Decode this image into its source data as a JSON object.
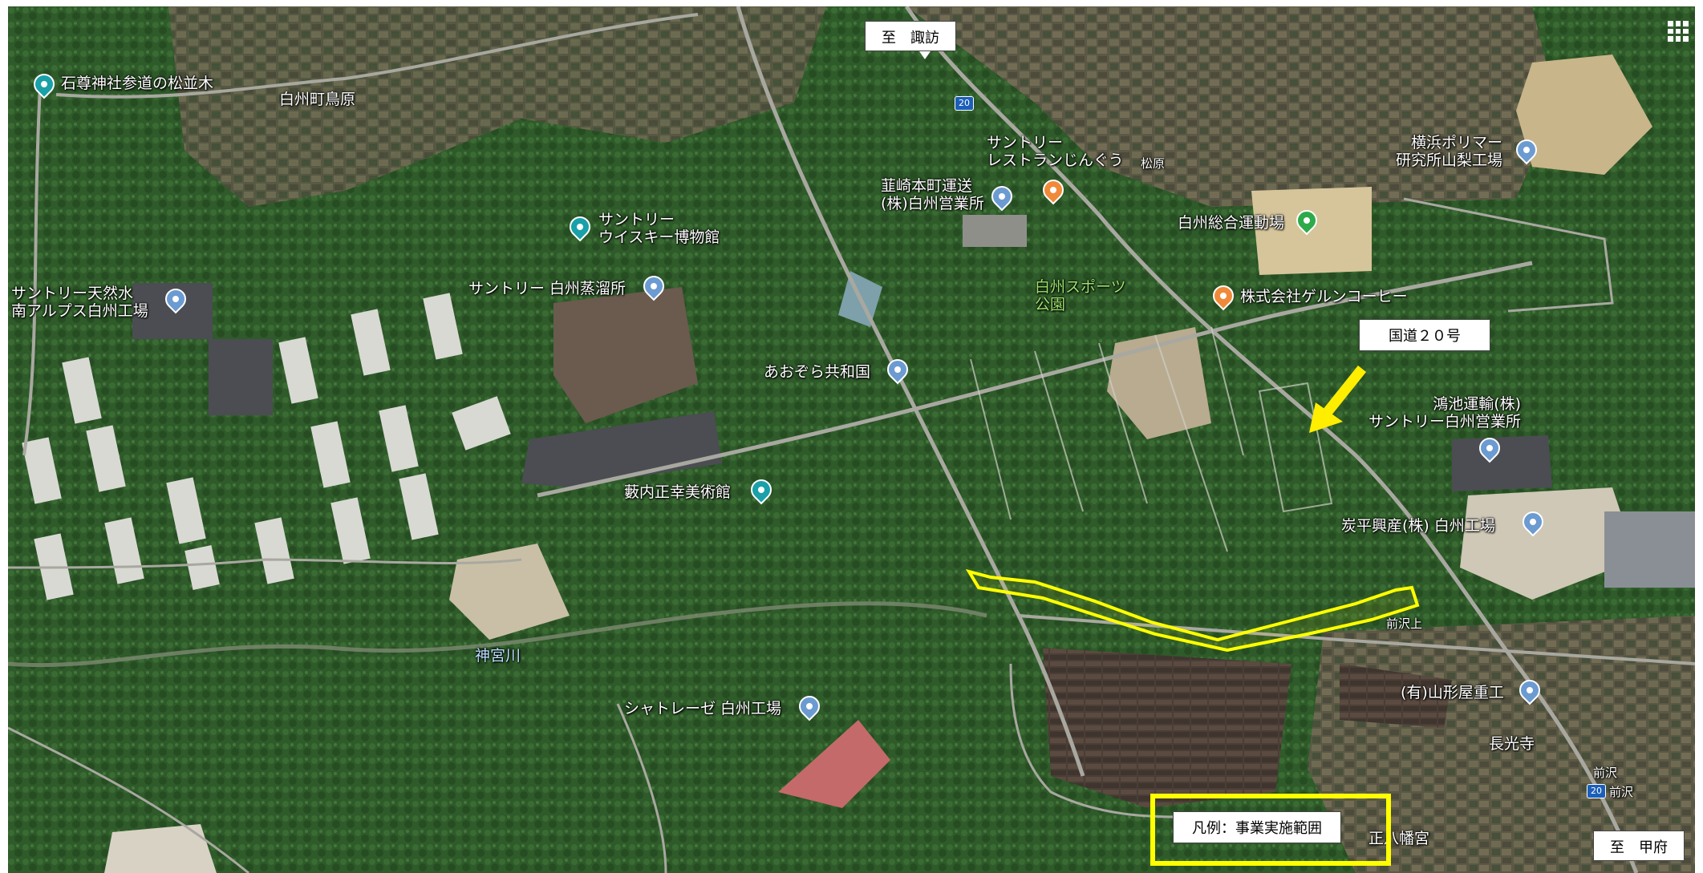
{
  "map": {
    "direction_north": "至　諏訪",
    "direction_south": "至　甲府",
    "route_callout": "国道２０号",
    "legend_text": "凡例：事業実施範囲",
    "route_shield": "20",
    "route_shield_2": "20",
    "colors": {
      "project_outline": "#ffff00",
      "arrow": "#ffee00",
      "forest": "#2f5a2a",
      "road": "#a8a8a0"
    },
    "places": [
      {
        "id": "shrine-pines",
        "label": "石尊神社参道の松並木",
        "style": "white"
      },
      {
        "id": "torihara",
        "label": "白州町鳥原",
        "style": "white"
      },
      {
        "id": "whisky-museum",
        "label": "サントリー\nウイスキー博物館",
        "style": "white"
      },
      {
        "id": "natural-water",
        "label": "サントリー天然水\n南アルプス白州工場",
        "style": "white"
      },
      {
        "id": "distillery",
        "label": "サントリー 白州蒸溜所",
        "style": "white"
      },
      {
        "id": "aozora",
        "label": "あおぞら共和国",
        "style": "white"
      },
      {
        "id": "yabuuchi",
        "label": "藪内正幸美術館",
        "style": "white"
      },
      {
        "id": "nirasaki-unso",
        "label": "韮崎本町運送\n(株)白州営業所",
        "style": "white"
      },
      {
        "id": "restaurant",
        "label": "サントリー\nレストランじんぐう",
        "style": "white"
      },
      {
        "id": "matsubara",
        "label": "松原",
        "style": "white"
      },
      {
        "id": "sports-park",
        "label": "白州スポーツ\n公園",
        "style": "green"
      },
      {
        "id": "sogo-undojo",
        "label": "白州総合運動場",
        "style": "white"
      },
      {
        "id": "gerson",
        "label": "株式会社ゲルンコーヒー",
        "style": "white"
      },
      {
        "id": "polymer",
        "label": "横浜ポリマー\n研究所山梨工場",
        "style": "white"
      },
      {
        "id": "koike",
        "label": "鴻池運輸(株)\nサントリー白州営業所",
        "style": "white"
      },
      {
        "id": "tanpei",
        "label": "炭平興産(株) 白州工場",
        "style": "white"
      },
      {
        "id": "chateraise",
        "label": "シャトレーゼ 白州工場",
        "style": "white"
      },
      {
        "id": "jingu-river",
        "label": "神宮川",
        "style": "blue"
      },
      {
        "id": "maezawa-kami",
        "label": "前沢上",
        "style": "white"
      },
      {
        "id": "yamagataya",
        "label": "(有)山形屋重工",
        "style": "white"
      },
      {
        "id": "chokoji",
        "label": "長光寺",
        "style": "white"
      },
      {
        "id": "maezawa",
        "label": "前沢",
        "style": "white"
      },
      {
        "id": "maezawa-2",
        "label": "前沢",
        "style": "white"
      },
      {
        "id": "hachimangu",
        "label": "正八幡宮",
        "style": "white"
      }
    ]
  }
}
